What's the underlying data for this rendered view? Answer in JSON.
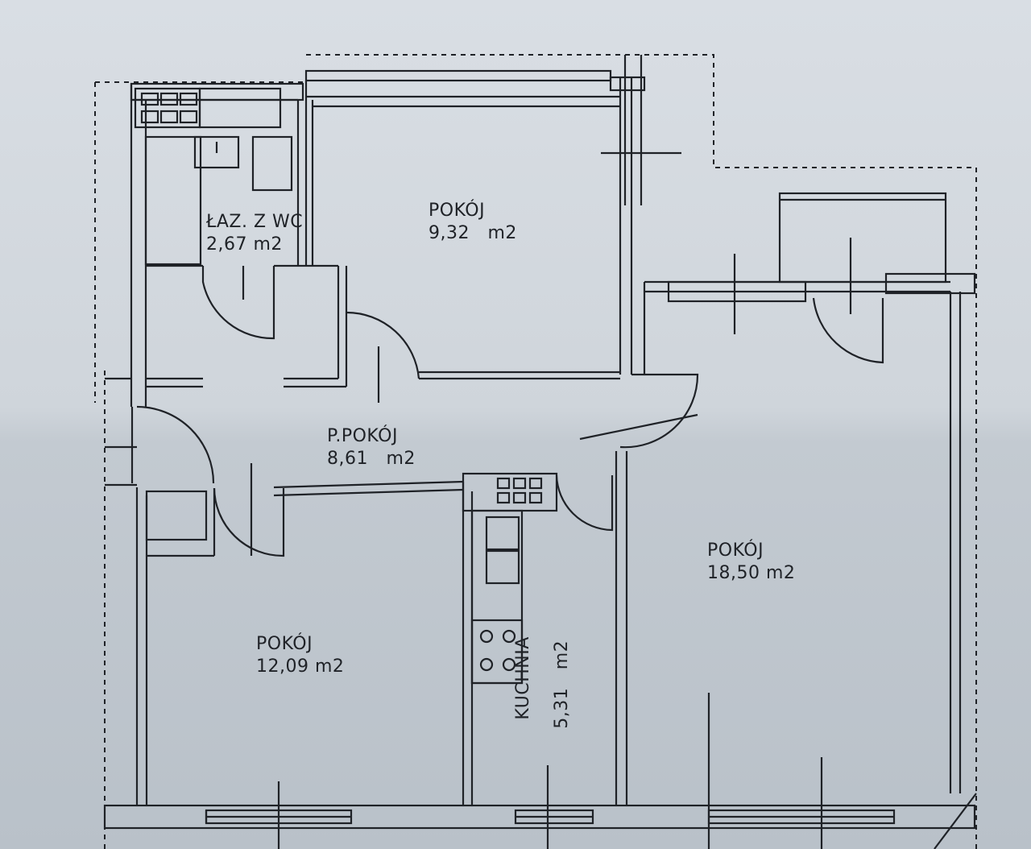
{
  "colors": {
    "paper": "#d3d9df",
    "ink": "#1f2227"
  },
  "rooms": {
    "bathroom": {
      "name": "ŁAZ. Z WC",
      "area": "2,67 m2"
    },
    "room_small": {
      "name": "POKÓJ",
      "area": "9,32   m2"
    },
    "hall": {
      "name": "P.POKÓJ",
      "area": "8,61   m2"
    },
    "room_left": {
      "name": "POKÓJ",
      "area": "12,09 m2"
    },
    "kitchen": {
      "name": "KUCHNIA",
      "area": "5,31   m2"
    },
    "room_big": {
      "name": "POKÓJ",
      "area": "18,50 m2"
    }
  }
}
